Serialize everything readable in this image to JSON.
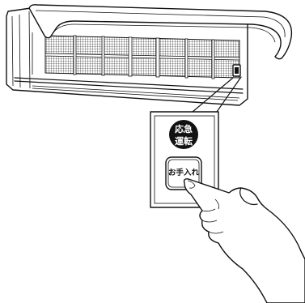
{
  "callout": {
    "emergency_button": {
      "lines": [
        "応急",
        "運転"
      ]
    },
    "care_button": {
      "label": "お手入れ"
    }
  },
  "colors": {
    "line": "#111111",
    "background": "#ffffff",
    "button_fill": "#111111"
  },
  "icons": {
    "hand": "pointing-hand-icon"
  }
}
